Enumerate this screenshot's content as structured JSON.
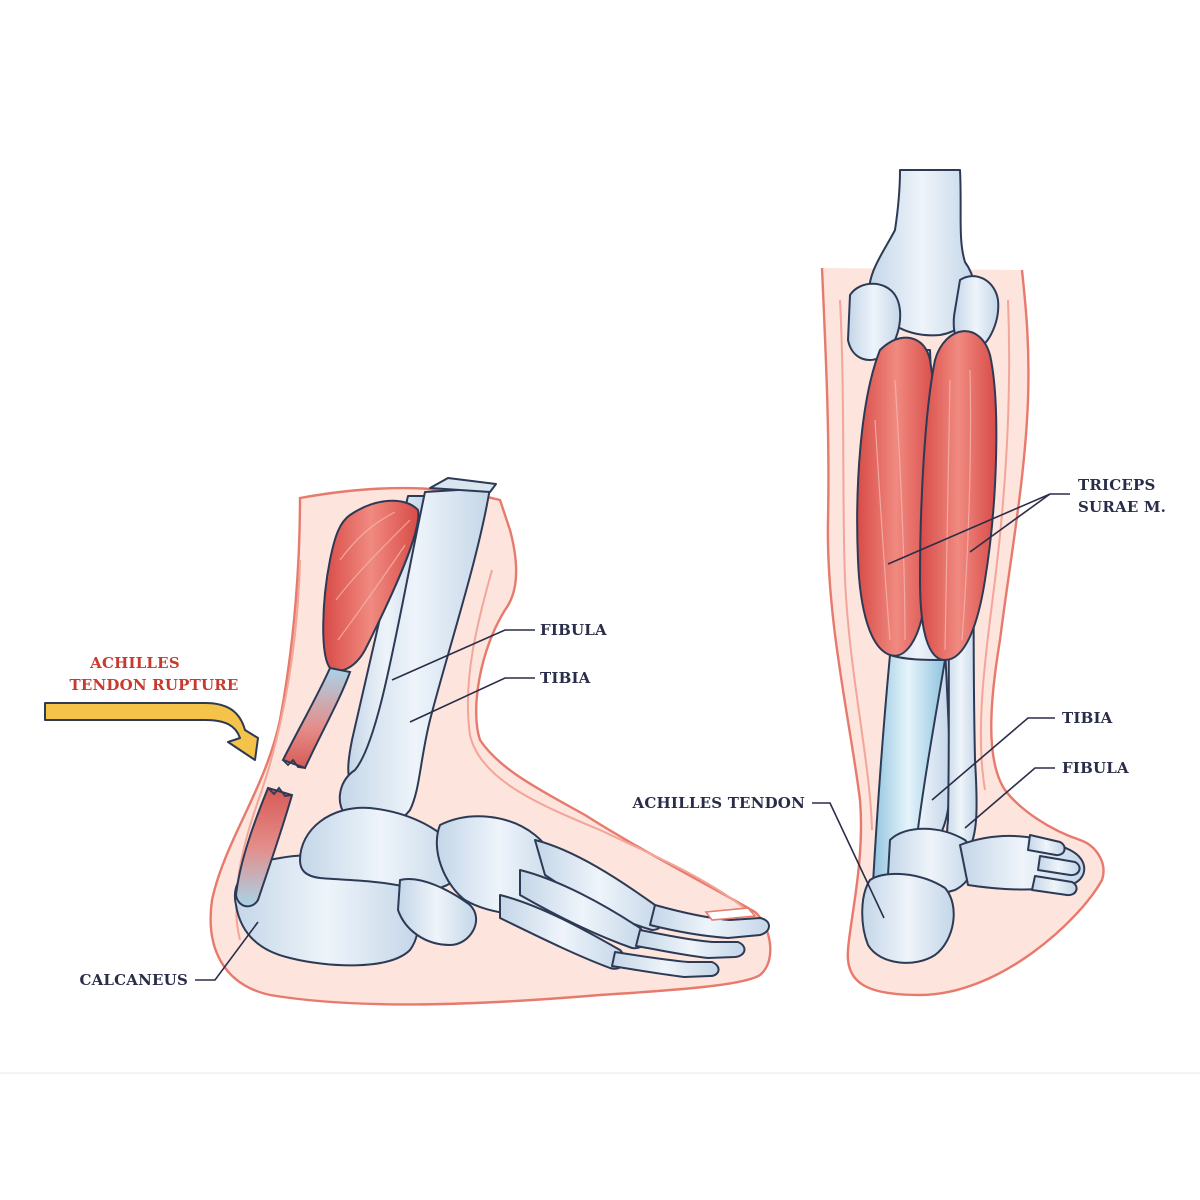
{
  "left_view": {
    "rupture_label": [
      "ACHILLES",
      "TENDON RUPTURE"
    ],
    "labels": {
      "fibula": "FIBULA",
      "tibia": "TIBIA",
      "calcaneus": "CALCANEUS"
    }
  },
  "right_view": {
    "labels": {
      "triceps": [
        "TRICEPS",
        "SURAE M."
      ],
      "tibia": "TIBIA",
      "fibula": "FIBULA",
      "achilles": "ACHILLES TENDON"
    }
  },
  "colors": {
    "skin_fill": "#fde4dc",
    "skin_outline": "#e77a6c",
    "bone": "#d9e6f1",
    "muscle": "#e05a55",
    "tendon": "#a9d3e8",
    "label_dark": "#2a2d4a",
    "label_red": "#c8392e",
    "arrow": "#f6c34a"
  }
}
